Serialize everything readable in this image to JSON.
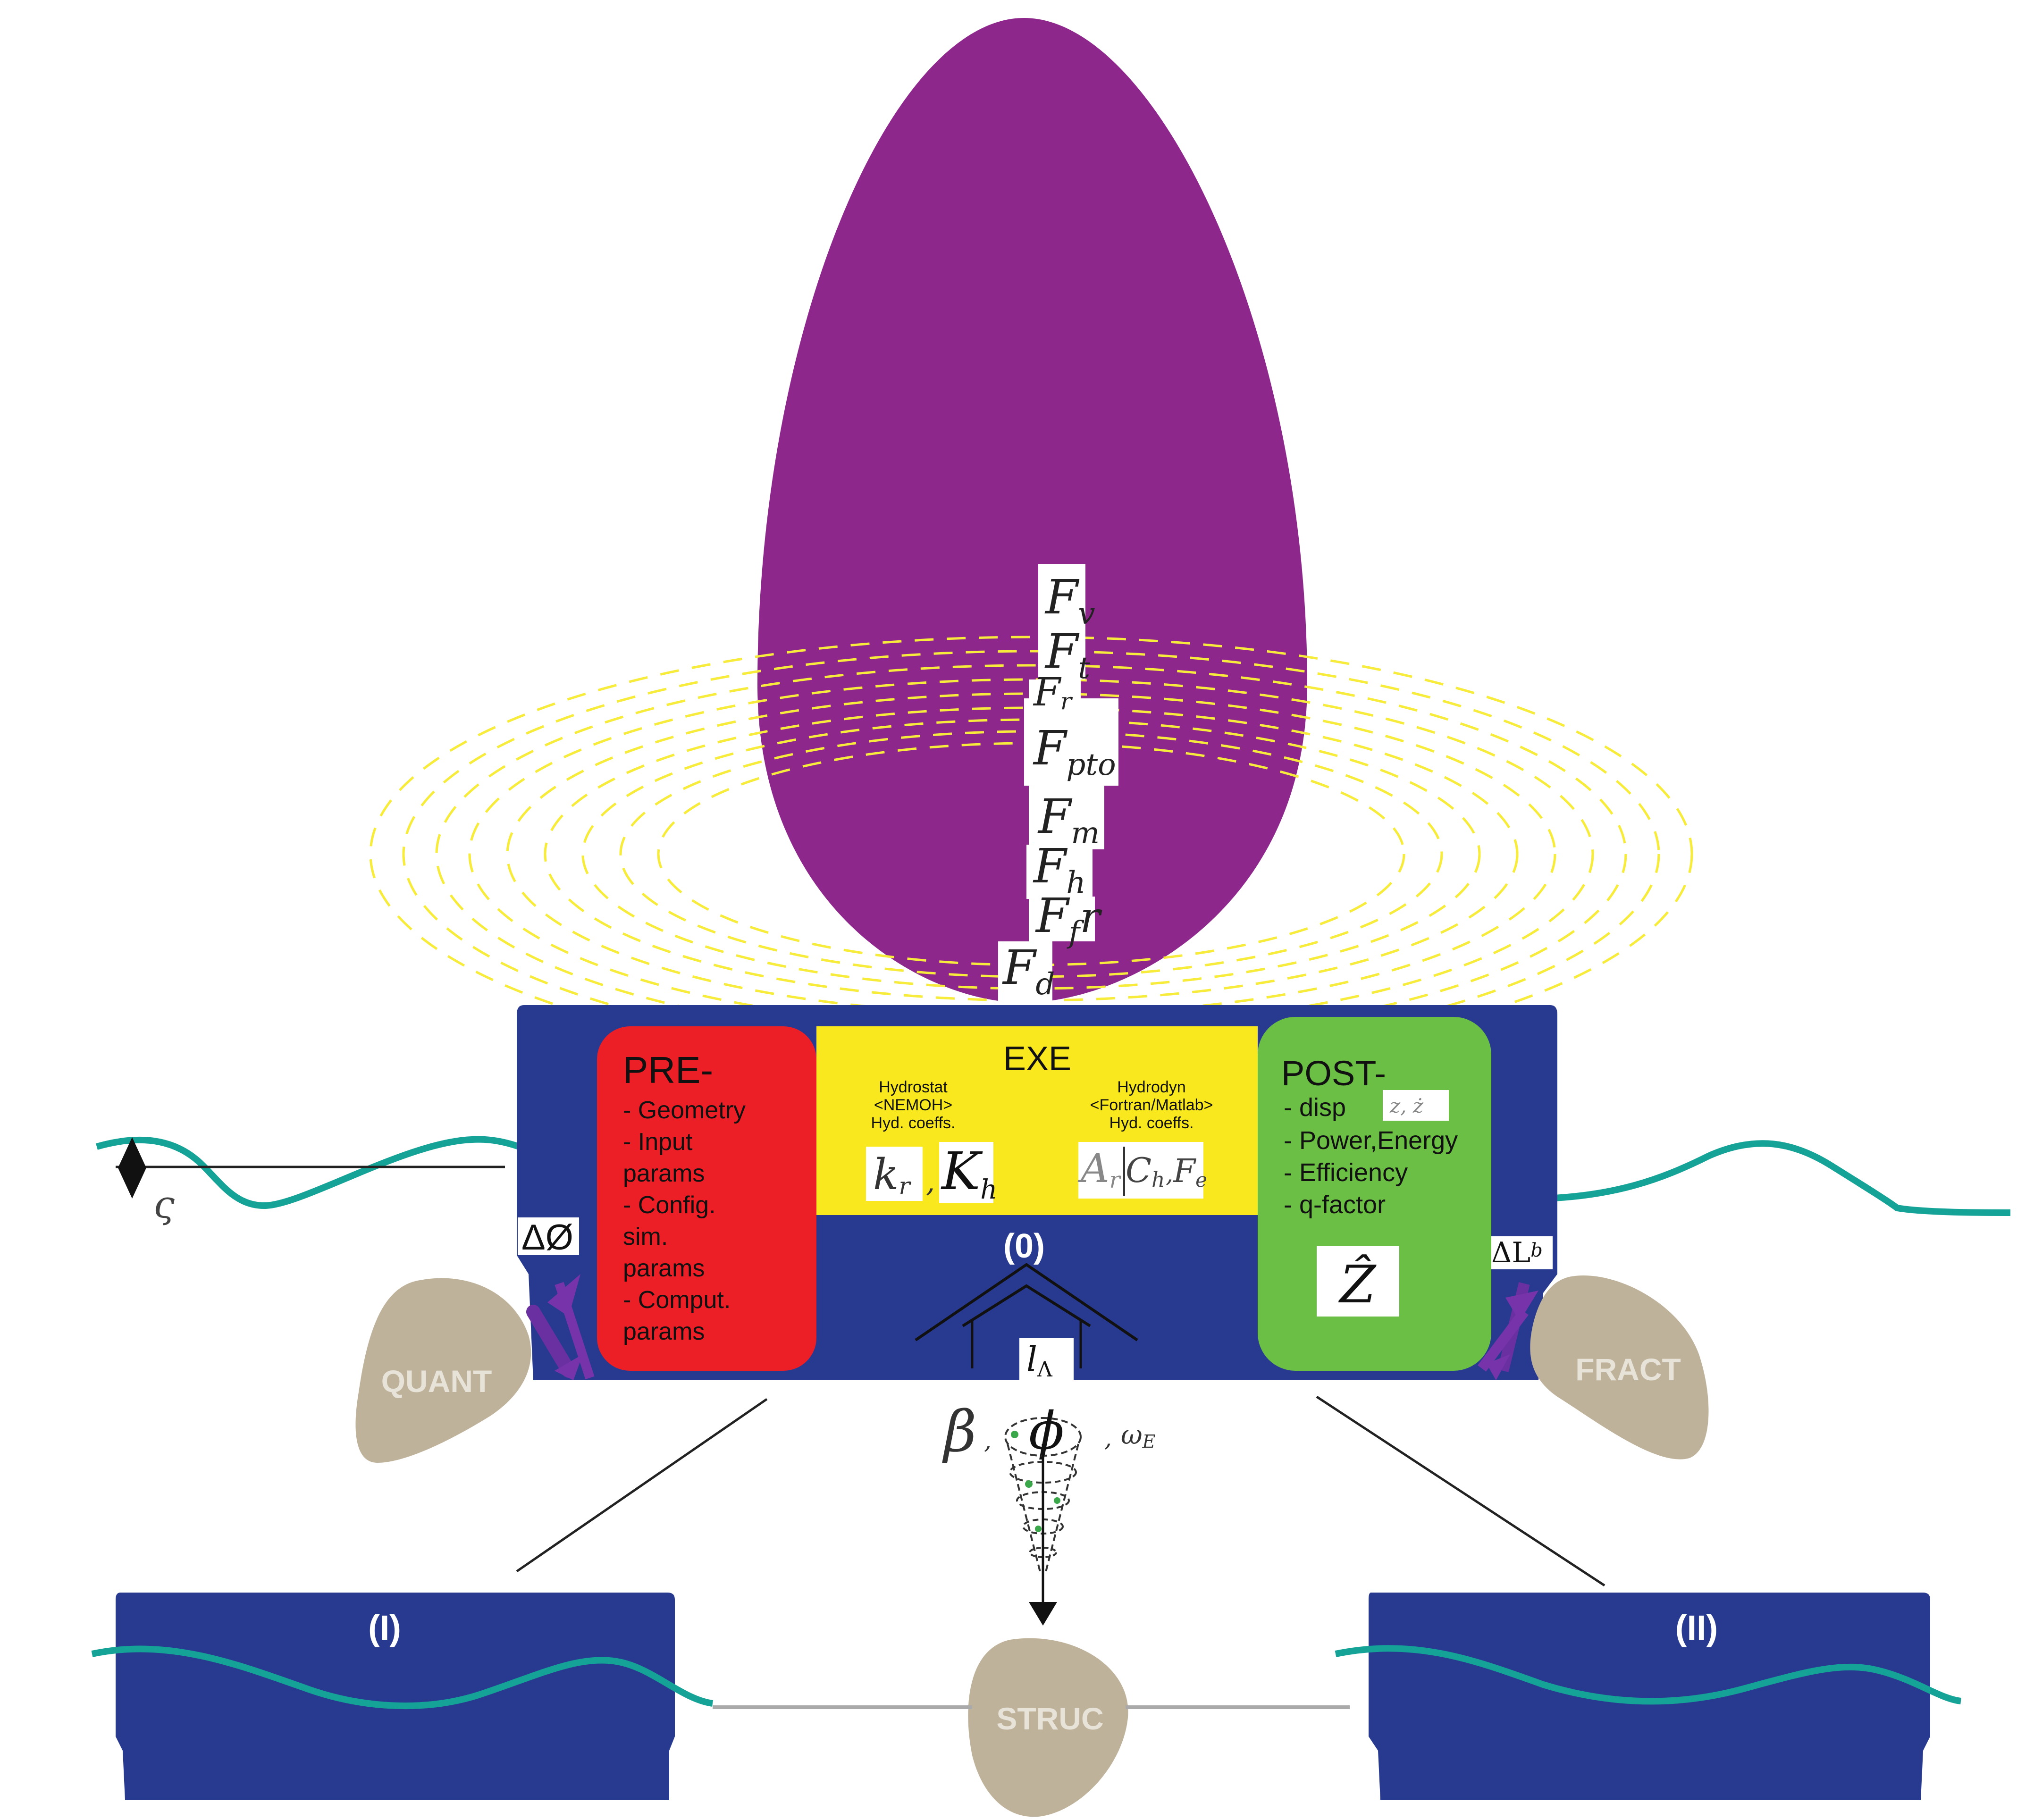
{
  "colors": {
    "background": "#ffffff",
    "egg": "#8e278c",
    "flux": "#f7ec3c",
    "panel_blue": "#283a8f",
    "pre_red": "#ec1f27",
    "exe_yellow": "#f8e81d",
    "post_green": "#6bbf45",
    "wave_teal": "#15a398",
    "rock_tan": "#bfb29a",
    "arrow_purple": "#6a2fa0"
  },
  "forces": [
    "F_v",
    "F_t",
    "F_r",
    "F_pto",
    "F_m",
    "F_h",
    "F_fr",
    "F_d"
  ],
  "main": {
    "pre": {
      "title": "PRE-",
      "lines": [
        "- Geometry",
        "- Input",
        "params",
        "- Config.",
        "sim.",
        "params",
        "- Comput.",
        "params"
      ]
    },
    "exe": {
      "title": "EXE",
      "hydrostat": [
        "Hydrostat",
        "<NEMOH>",
        "Hyd. coeffs."
      ],
      "hydrodyn": [
        "Hydrodyn",
        "<Fortran/Matlab>",
        "Hyd. coeffs."
      ],
      "k_r": "k",
      "k_r_sub": "r",
      "comma": ",",
      "K_h": "K",
      "K_h_sub": "h",
      "A_r": "A",
      "A_r_sub": "r",
      "C_h": "C",
      "C_h_sub": "h",
      "F_e": "F",
      "F_e_sub": "e"
    },
    "post": {
      "title": "POST-",
      "disp": "- disp",
      "disp_symbols": "z, ż",
      "lines": [
        "- Power,Energy",
        "- Efficiency",
        "- q-factor"
      ],
      "z_hat": "Ẑ"
    },
    "level_label": "(0)",
    "lambda_label": "l",
    "lambda_sub": "Λ",
    "delta_phi": "ΔØ",
    "delta_L": "ΔL",
    "delta_L_sub": "b"
  },
  "sea_level_symbol": "ς",
  "rocks": {
    "quant": "QUANT",
    "fract": "FRACT",
    "struc": "STRUC"
  },
  "under": {
    "beta": "β",
    "sep1": ",",
    "phi": "ϕ",
    "sep2": ",",
    "omega": "ω",
    "omega_sub": "E"
  },
  "sub_panels": {
    "left_label": "(I)",
    "right_label": "(II)"
  }
}
